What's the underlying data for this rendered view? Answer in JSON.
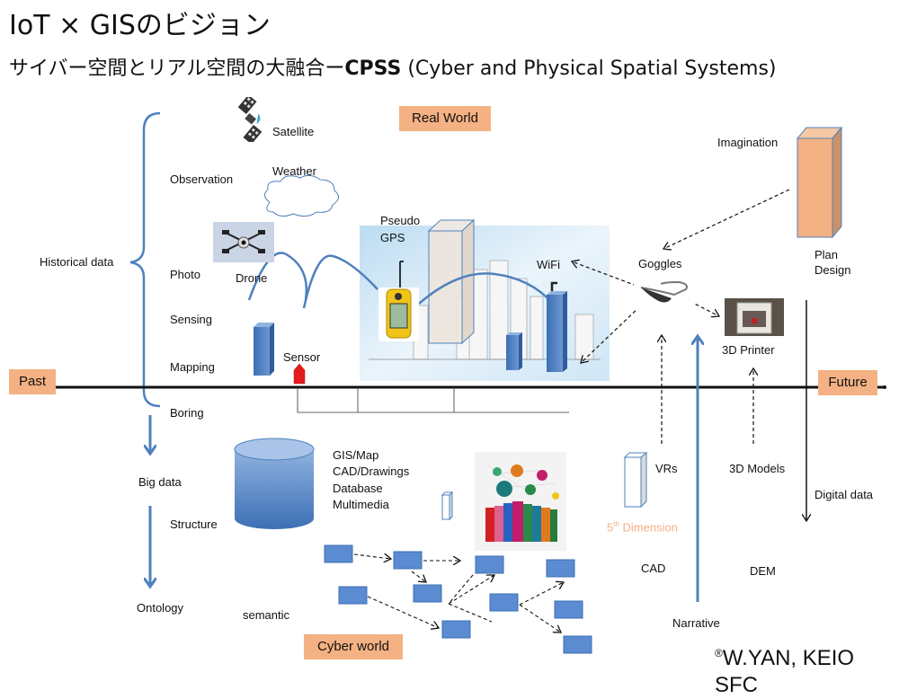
{
  "header": {
    "title": "IoT × GISのビジョン",
    "subtitle_jp": "サイバー空間とリアル空間の大融合ー",
    "subtitle_bold": "CPSS",
    "subtitle_en": " (Cyber and Physical Spatial Systems)"
  },
  "tags": {
    "real_world": "Real World",
    "cyber_world": "Cyber world",
    "past": "Past",
    "future": "Future"
  },
  "left": {
    "historical_data": "Historical data",
    "categories": [
      "Observation",
      "Photo",
      "Sensing",
      "Mapping",
      "Boring"
    ],
    "big_data": "Big data",
    "structure": "Structure",
    "ontology": "Ontology",
    "semantic": "semantic"
  },
  "real_world_items": {
    "satellite": "Satellite",
    "weather": "Weather",
    "drone": "Drone",
    "pseudo": "Pseudo",
    "gps": "GPS",
    "wifi": "WiFi",
    "sensor": "Sensor"
  },
  "cyber_items": {
    "data_types": [
      "GIS/Map",
      "CAD/Drawings",
      "Database",
      "Multimedia"
    ]
  },
  "future_items": {
    "imagination": "Imagination",
    "plan": "Plan",
    "design": "Design",
    "goggles": "Goggles",
    "printer": "3D Printer",
    "vrs": "VRs",
    "fifth_dim_num": "5",
    "fifth_dim_sup": "th",
    "fifth_dim_word": " Dimension",
    "models": "3D Models",
    "digital_data": "Digital data",
    "cad": "CAD",
    "dem": "DEM",
    "narrative": "Narrative"
  },
  "colors": {
    "accent_blue": "#4f81bd",
    "tag_orange": "#f4b183",
    "sensor_red": "#e31b1b"
  },
  "footer": {
    "copyright_mark": "®",
    "copyright": "W.YAN, KEIO SFC"
  }
}
